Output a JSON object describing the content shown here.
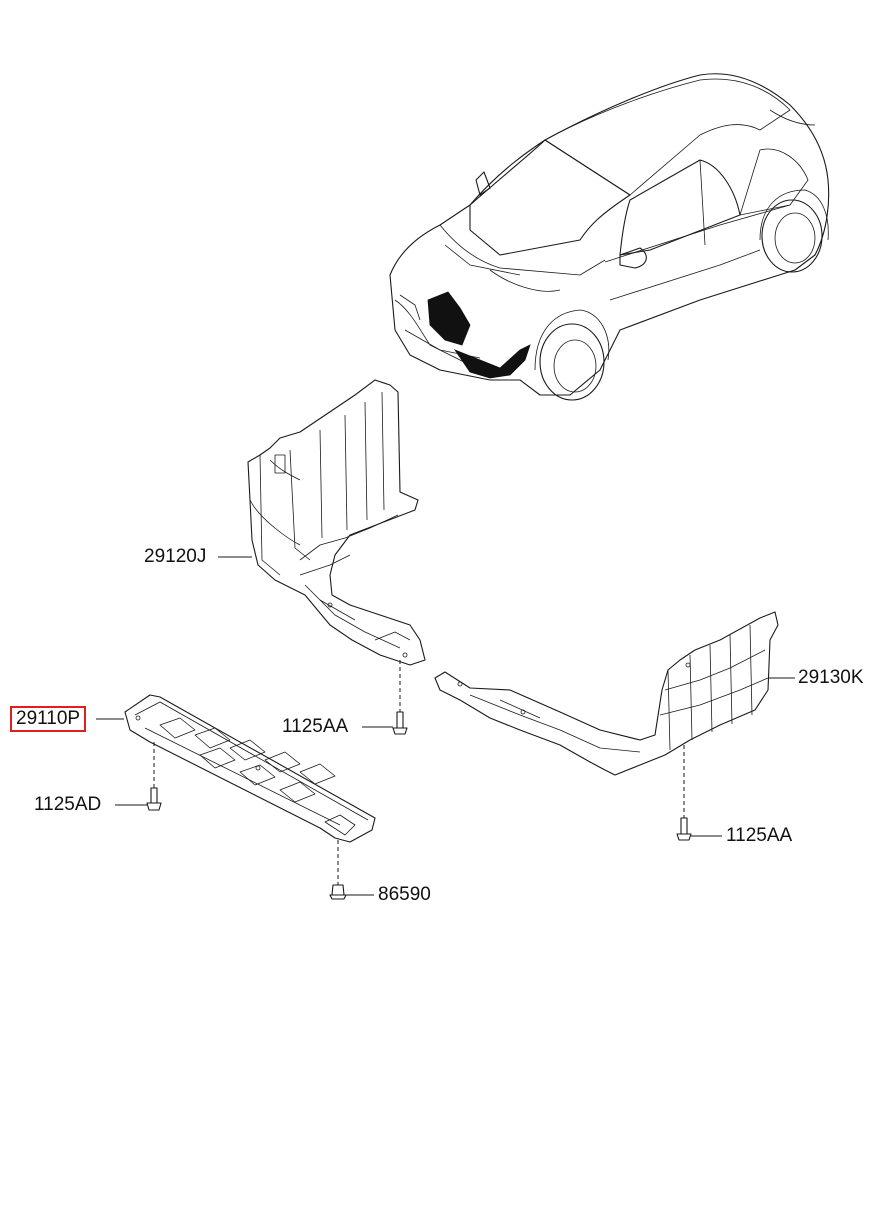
{
  "parts": {
    "front_under_cover": "29110P",
    "left_under_cover": "29120J",
    "right_under_cover": "29130K",
    "bolt_left": "1125AA",
    "bolt_right": "1125AA",
    "bolt_front": "1125AD",
    "clip": "86590"
  },
  "highlight_color": "#e0201f"
}
